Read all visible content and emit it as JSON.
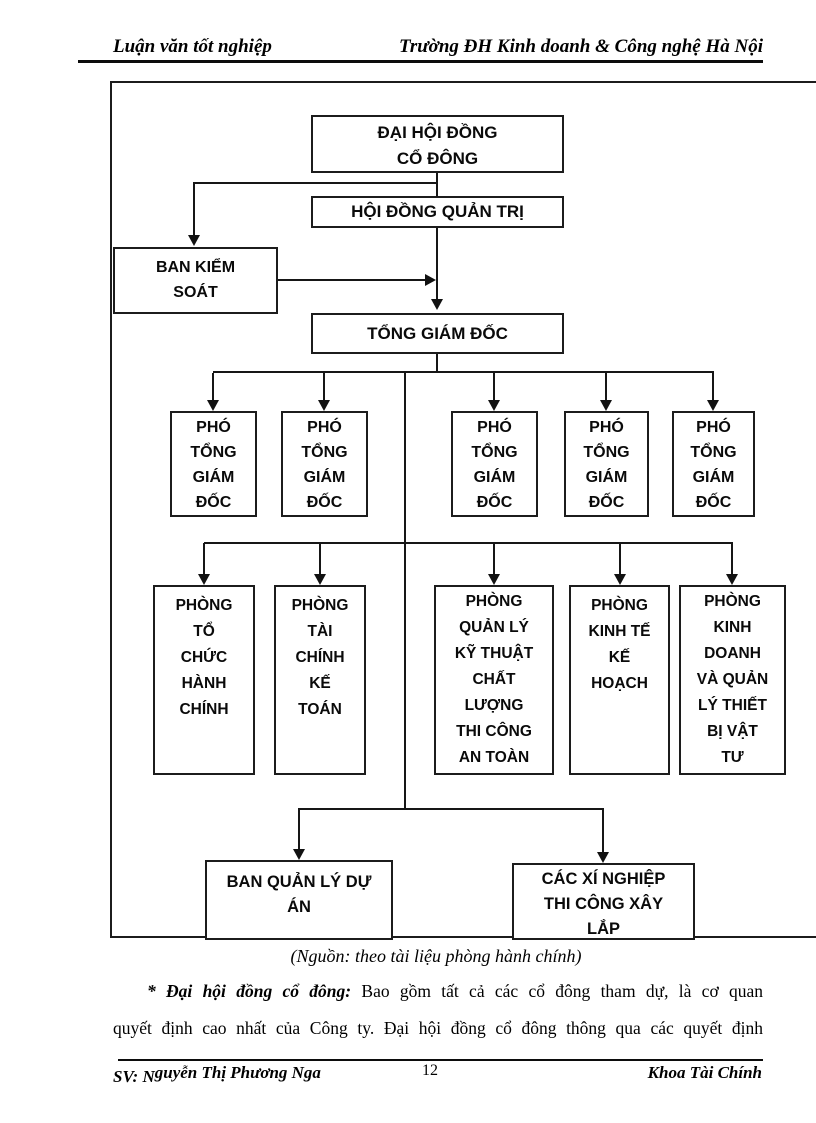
{
  "header": {
    "left": "Luận văn tốt nghiệp",
    "right": "Trường ĐH Kinh doanh & Công nghệ Hà Nội"
  },
  "org_chart": {
    "caption": "(Nguồn: theo tài liệu phòng hành chính)",
    "nodes": {
      "dai_hoi_dong_co_dong": "ĐẠI HỘI ĐỒNG\nCỔ ĐÔNG",
      "hoi_dong_quan_tri": "HỘI ĐỒNG QUẢN TRỊ",
      "ban_kiem_soat": "BAN KIỂM\nSOÁT",
      "tong_giam_doc": "TỔNG GIÁM ĐỐC",
      "pho_tong_giam_doc": [
        "PHÓ\nTỔNG\nGIÁM\nĐỐC",
        "PHÓ\nTỔNG\nGIÁM\nĐỐC",
        "PHÓ\nTỔNG\nGIÁM\nĐỐC",
        "PHÓ\nTỔNG\nGIÁM\nĐỐC",
        "PHÓ\nTỔNG\nGIÁM\nĐỐC"
      ],
      "phong": [
        "PHÒNG\nTỔ\nCHỨC\nHÀNH\nCHÍNH",
        "PHÒNG\nTÀI\nCHÍNH\nKẾ\nTOÁN",
        "PHÒNG\nQUẢN LÝ\nKỸ THUẬT\nCHẤT\nLƯỢNG\nTHI CÔNG\nAN TOÀN",
        "PHÒNG\nKINH TẾ\nKẾ\nHOẠCH",
        "PHÒNG\nKINH\nDOANH\nVÀ QUẢN\nLÝ THIẾT\nBỊ VẬT\nTƯ"
      ],
      "ban_quan_ly_du_an": "BAN QUẢN LÝ DỰ\nÁN",
      "cac_xi_nghiep": "CÁC XÍ NGHIỆP\nTHI CÔNG XÂY\nLẮP"
    }
  },
  "paragraph": {
    "line1_bold": "* Đại hội đồng cổ đông:",
    "line1_rest": " Bao gồm tất cả các cổ đông tham dự, là cơ quan",
    "line2": "quyết định cao nhất của Công ty. Đại hội đồng cổ đông thông qua các quyết định"
  },
  "footer": {
    "left_low": "SV: N",
    "left_name": "guyễn Thị Phương Nga",
    "page_number": "12",
    "right": "Khoa Tài Chính"
  }
}
